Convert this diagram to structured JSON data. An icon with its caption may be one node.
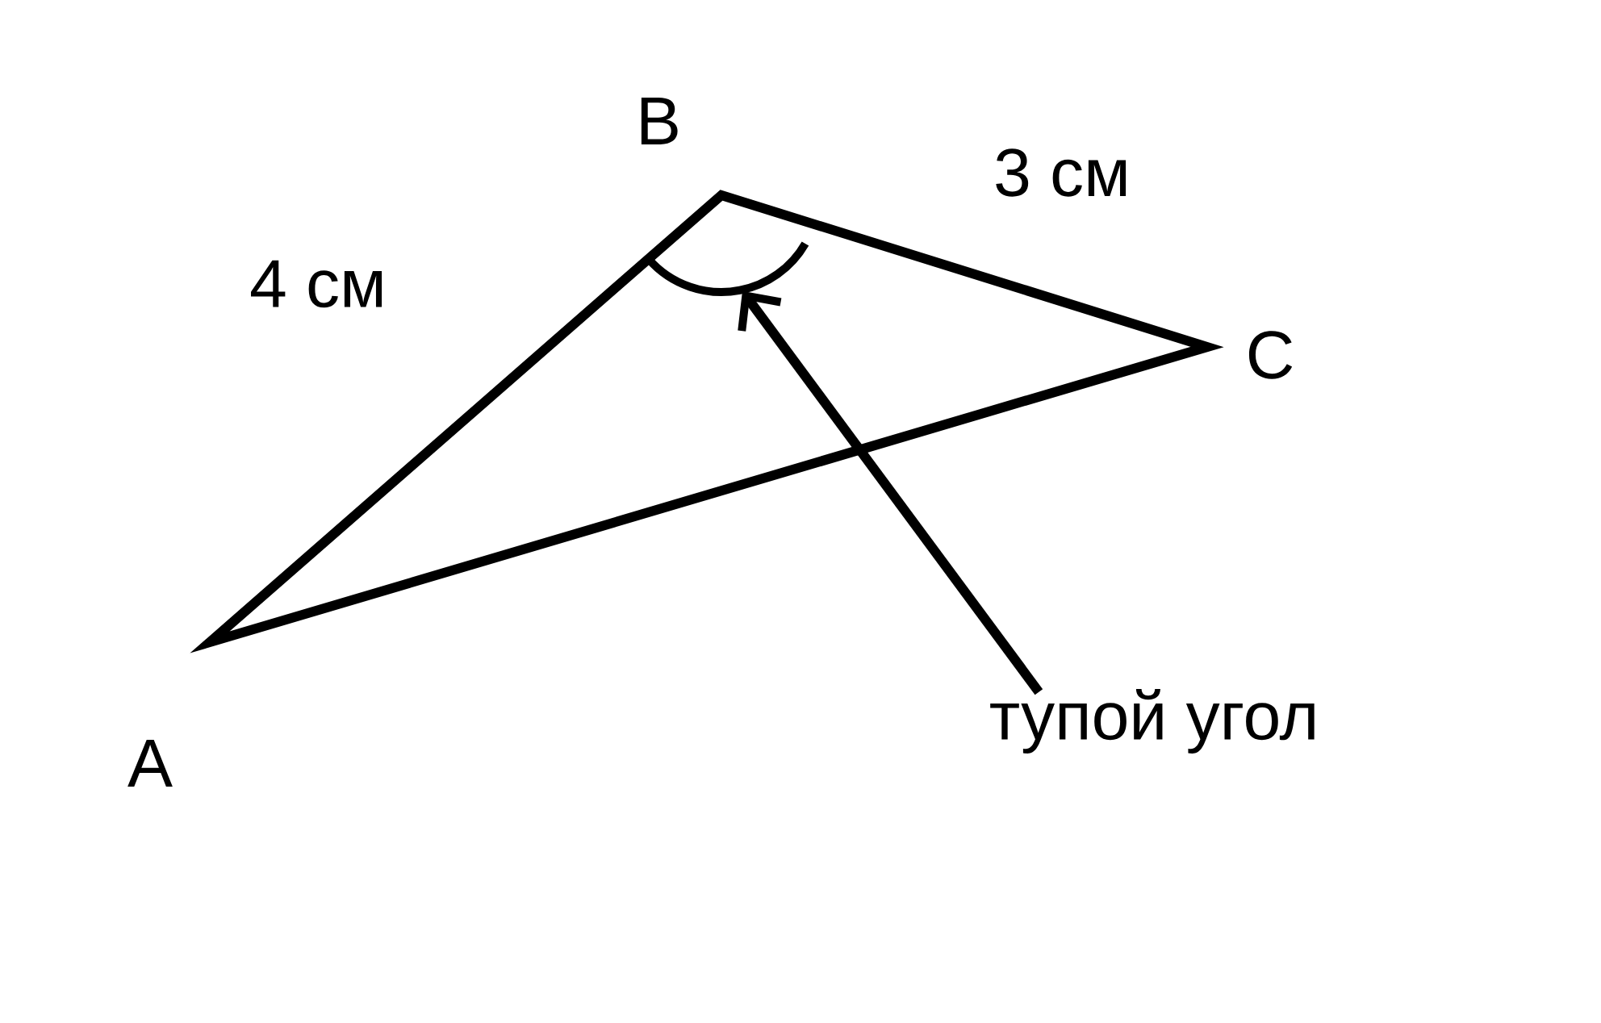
{
  "diagram": {
    "nodes": [
      {
        "text": [
          "тупой угол"
        ]
      },
      {
        "text": [],
        "shape": "arc"
      }
    ],
    "edges": [
      {
        "from": 0,
        "to": 1,
        "arrow": "to"
      }
    ],
    "labels": [
      "B",
      "3 см",
      "4 см",
      "C",
      "A"
    ]
  }
}
